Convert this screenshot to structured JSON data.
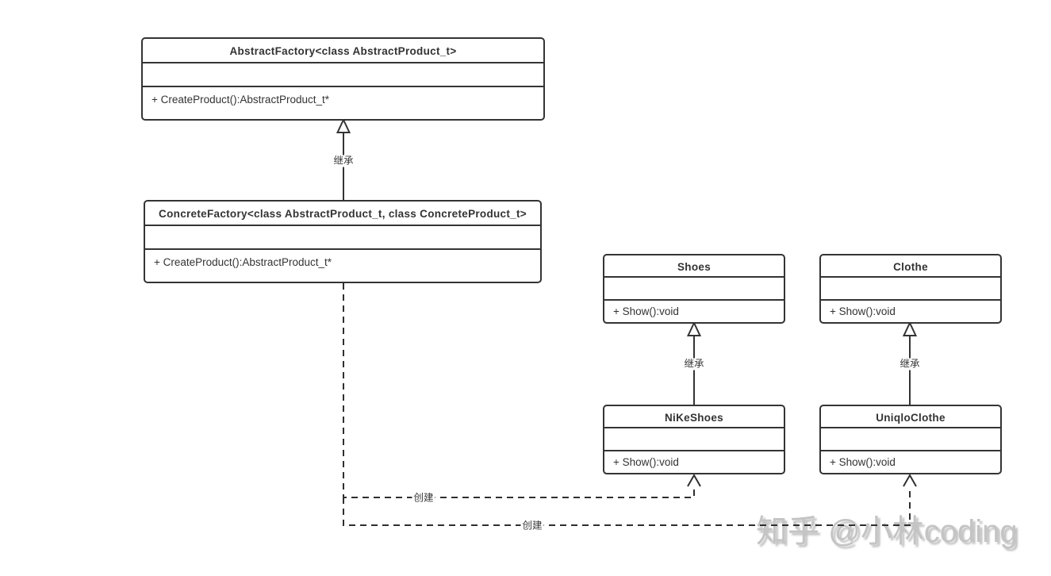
{
  "diagram": {
    "type": "uml-class-diagram",
    "classes": [
      {
        "id": "abstract-factory",
        "name": "AbstractFactory<class AbstractProduct_t>",
        "attributes": "",
        "methods": "+ CreateProduct():AbstractProduct_t*"
      },
      {
        "id": "concrete-factory",
        "name": "ConcreteFactory<class AbstractProduct_t, class ConcreteProduct_t>",
        "attributes": "",
        "methods": "+ CreateProduct():AbstractProduct_t*"
      },
      {
        "id": "shoes",
        "name": "Shoes",
        "attributes": "",
        "methods": "+ Show():void"
      },
      {
        "id": "clothe",
        "name": "Clothe",
        "attributes": "",
        "methods": "+ Show():void"
      },
      {
        "id": "nike-shoes",
        "name": "NiKeShoes",
        "attributes": "",
        "methods": "+ Show():void"
      },
      {
        "id": "uniqlo-clothe",
        "name": "UniqloClothe",
        "attributes": "",
        "methods": "+ Show():void"
      }
    ],
    "relations": [
      {
        "type": "inheritance",
        "label": "继承",
        "from": "ConcreteFactory",
        "to": "AbstractFactory"
      },
      {
        "type": "inheritance",
        "label": "继承",
        "from": "NiKeShoes",
        "to": "Shoes"
      },
      {
        "type": "inheritance",
        "label": "继承",
        "from": "UniqloClothe",
        "to": "Clothe"
      },
      {
        "type": "create",
        "label": "创建",
        "from": "ConcreteFactory",
        "to": "NiKeShoes"
      },
      {
        "type": "create",
        "label": "创建",
        "from": "ConcreteFactory",
        "to": "UniqloClothe"
      }
    ],
    "colors": {
      "background": "#ffffff",
      "border": "#343434",
      "text": "#333333",
      "watermark": "#c4c4c4"
    }
  },
  "watermark": {
    "text": "知乎 @小林coding"
  }
}
